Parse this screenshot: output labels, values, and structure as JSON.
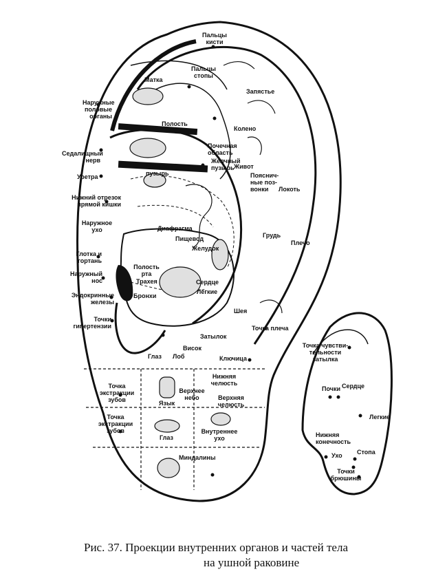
{
  "caption": {
    "line1": "Рис. 37. Проекции внутренних органов и частей тела",
    "line2": "на ушной раковине"
  },
  "labels": {
    "paltsy_kisti": "Пальцы\nкисти",
    "paltsy_stopy": "Пальцы\nстопы",
    "matka": "Матка",
    "zapyaste": "Запястье",
    "naruzhnye_organy": "Наружные\nполовые\nорганы",
    "koleno": "Колено",
    "polost_taza": "Полость\nтаза",
    "sedalishchny_nerv": "Седалищный\nнерв",
    "pochechnaya_oblast": "Почечная\nобласть",
    "zhelchny_puzyr": "Желчный\nпузырь",
    "mochevoy_puzyr": "Мочевой\nпузырь",
    "zhivot": "Живот",
    "uretra": "Уретра",
    "poyasnichnye_pozvonki": "Пояснич-\nные поз-\nвонки",
    "lokot": "Локоть",
    "nizhny_otrezok": "Нижний отрезок\nпрямой кишки",
    "naruzhnoe_ukho": "Наружное\nухо",
    "diafragma": "Диафрагма",
    "grud": "Грудь",
    "plecho": "Плечо",
    "pishchevod": "Пищевод",
    "zheludok": "Желудок",
    "glotka": "Глотка и\nгортань",
    "polost_rta": "Полость\nрта",
    "naruzhny_nos": "Наружный\nнос",
    "trakheya": "Трахея",
    "serdtse_main": "Сердце",
    "endokrinnye": "Эндокринные\nжелезы",
    "bronkhi": "Бронхи",
    "legkie_main": "Легкие",
    "sheya": "Шея",
    "tochki_gipertenzii": "Точки\nгипертензии",
    "tochka_plecha": "Точка плеча",
    "zatylok": "Затылок",
    "tochka_chuvstvitelnosti": "Точка чувстви-\nтельности\nзатылка",
    "visok": "Висок",
    "glaz_main": "Глаз",
    "lob": "Лоб",
    "klyuchitsa": "Ключица",
    "tochka_ekstraktsii_1": "Точка\nэкстракции\nзубов",
    "yazyk": "Язык",
    "nizhnyaya_chelyust": "Нижняя\nчелюсть",
    "verkhnee_nebo": "Верхнее\nнебо",
    "verkhnyaya_chelyust": "Верхняя\nчелюсть",
    "pochki": "Почки",
    "serdtse_back": "Сердце",
    "tochka_ekstraktsii_2": "Точка\nэкстракции\nзубов",
    "glaz_lobe": "Глаз",
    "vnutrennee_ukho": "Внутреннее\nухо",
    "legkie_back": "Легкие",
    "nizhnyaya_konechnost": "Нижняя\nконечность",
    "ukho": "Ухо",
    "stopa": "Стопа",
    "mindaliny": "Миндалины",
    "tochki_bryushiny": "Точки\nбрюшины"
  }
}
